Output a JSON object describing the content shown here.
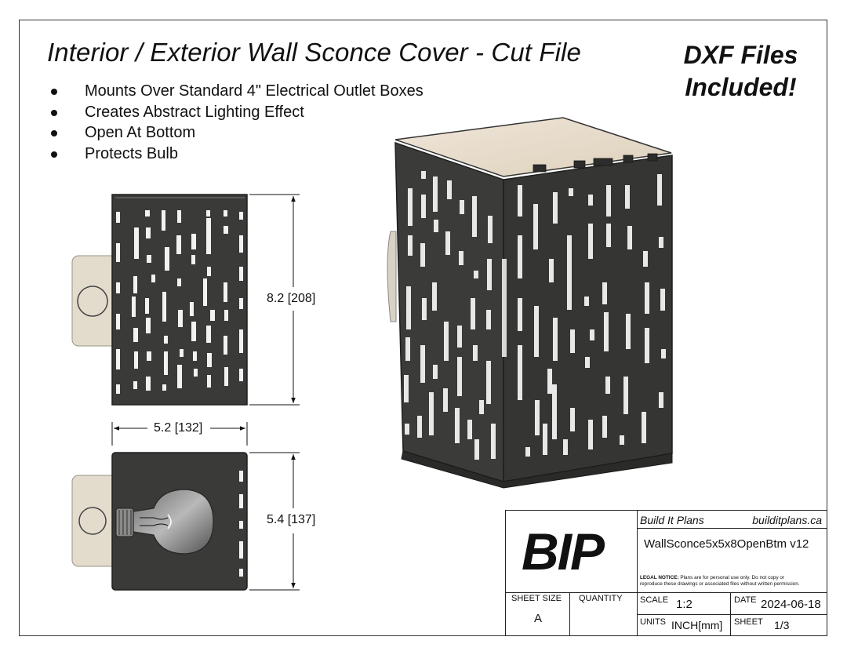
{
  "title": "Interior / Exterior Wall Sconce Cover - Cut File",
  "badge": {
    "line1": "DXF Files",
    "line2": "Included!"
  },
  "features": [
    "Mounts Over Standard 4\" Electrical Outlet Boxes",
    "Creates Abstract Lighting Effect",
    "Open At Bottom",
    "Protects Bulb"
  ],
  "dimensions": {
    "height": "8.2 [208]",
    "width": "5.2 [132]",
    "depth": "5.4 [137]"
  },
  "title_block": {
    "logo": "BIP",
    "company": "Build It Plans",
    "website": "builditplans.ca",
    "drawing_name": "WallSconce5x5x8OpenBtm v12",
    "legal_label": "LEGAL NOTICE:",
    "legal_text_1": "Plans are for personal use only. Do not copy or",
    "legal_text_2": "reproduce these drawings or associated files without written permission.",
    "sheet_size_label": "SHEET SIZE",
    "sheet_size": "A",
    "quantity_label": "QUANTITY",
    "quantity": "",
    "scale_label": "SCALE",
    "scale": "1:2",
    "date_label": "DATE",
    "date": "2024-06-18",
    "units_label": "UNITS",
    "units": "INCH[mm]",
    "sheet_label": "SHEET",
    "sheet": "1/3"
  },
  "colors": {
    "panel": "#3a3a38",
    "panel_dark": "#2a2a29",
    "top_lid": "#eadfcf",
    "box": "#e3dccd"
  }
}
